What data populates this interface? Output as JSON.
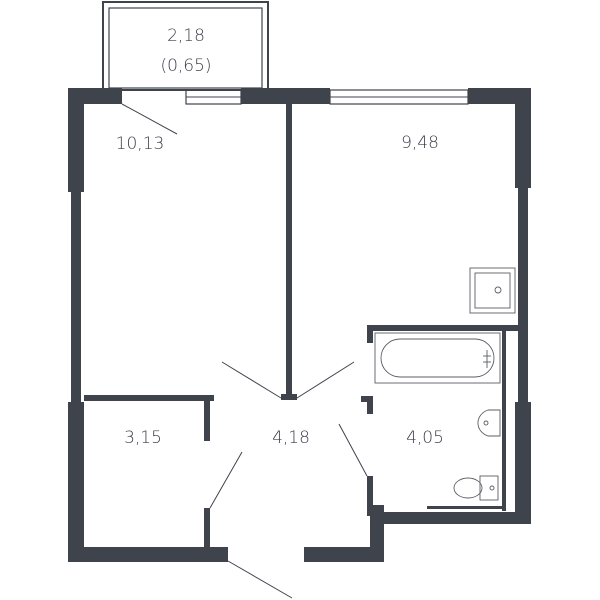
{
  "rooms": [
    {
      "id": "balcony",
      "area": "2,18",
      "area_secondary": "(0,65)"
    },
    {
      "id": "living-room",
      "area": "10,13"
    },
    {
      "id": "kitchen",
      "area": "9,48"
    },
    {
      "id": "storage",
      "area": "3,15"
    },
    {
      "id": "hallway",
      "area": "4,18"
    },
    {
      "id": "bathroom",
      "area": "4,05"
    }
  ],
  "colors": {
    "wall": "#3f434c",
    "text": "#3b3f4a",
    "background": "#ffffff"
  },
  "icons": [
    "bathtub-icon",
    "washbasin-icon",
    "toilet-icon",
    "washing-machine-icon"
  ]
}
